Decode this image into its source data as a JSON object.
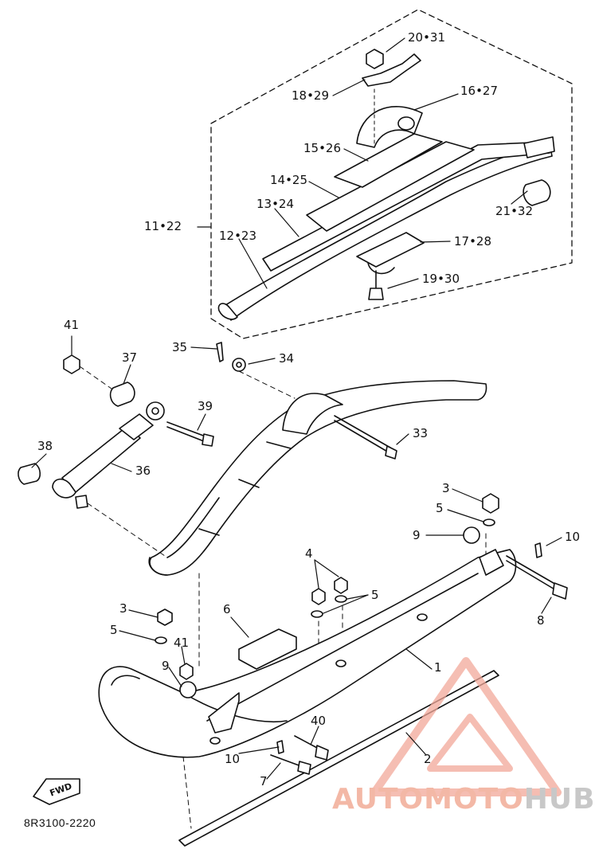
{
  "diagram": {
    "drawing_code": "8R3100-2220",
    "fwd_label": "FWD",
    "watermark": {
      "part1": "AUTOMOTO",
      "part2": "HUB"
    },
    "callouts": {
      "c20_31": "20•31",
      "c18_29": "18•29",
      "c16_27": "16•27",
      "c15_26": "15•26",
      "c14_25": "14•25",
      "c13_24": "13•24",
      "c11_22": "11•22",
      "c12_23": "12•23",
      "c21_32": "21•32",
      "c17_28": "17•28",
      "c19_30": "19•30",
      "c41a": "41",
      "c37": "37",
      "c35": "35",
      "c34": "34",
      "c39": "39",
      "c38": "38",
      "c36": "36",
      "c33": "33",
      "c3a": "3",
      "c5a": "5",
      "c9a": "9",
      "c10a": "10",
      "c4": "4",
      "c5b": "5",
      "c8": "8",
      "c6": "6",
      "c3b": "3",
      "c5c": "5",
      "c41b": "41",
      "c9b": "9",
      "c1": "1",
      "c40": "40",
      "c10b": "10",
      "c2": "2",
      "c7": "7"
    }
  }
}
